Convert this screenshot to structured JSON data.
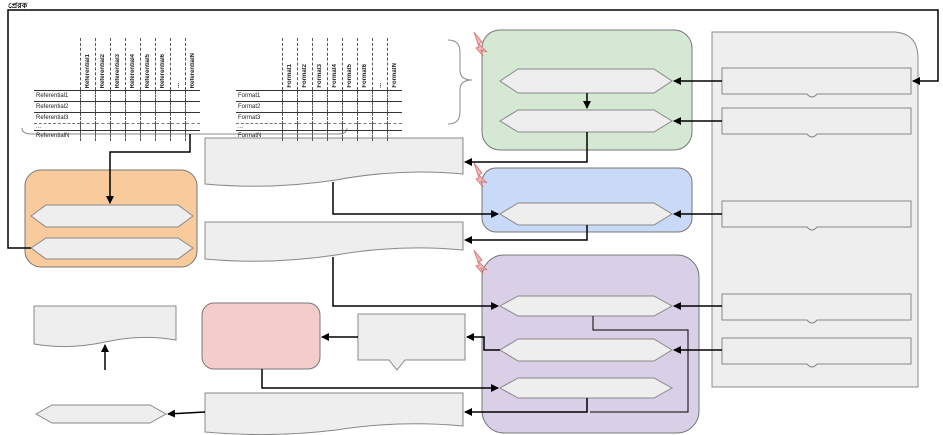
{
  "caption": "প্রেরক",
  "table_left": {
    "columns": [
      "Referential1",
      "Referential2",
      "Referential3",
      "Referential4",
      "Referential5",
      "Referential6",
      "...",
      "ReferentialN"
    ],
    "rows": [
      "Referential1",
      "Referential2",
      "Referential3",
      "...",
      "ReferentialN"
    ]
  },
  "table_right": {
    "columns": [
      "Format1",
      "Format2",
      "Format3",
      "Format4",
      "Format5",
      "Format6",
      "...",
      "FormatN"
    ],
    "rows": [
      "Format1",
      "Format2",
      "Format3",
      "...",
      "FormatN"
    ]
  },
  "colors": {
    "green": "#d5e8d4",
    "blue": "#c9daf8",
    "purple": "#d9d0e8",
    "orange": "#f9cb9c",
    "pink": "#f4cccc",
    "gray": "#eeeeee",
    "lightning": "#f4b6b6"
  }
}
